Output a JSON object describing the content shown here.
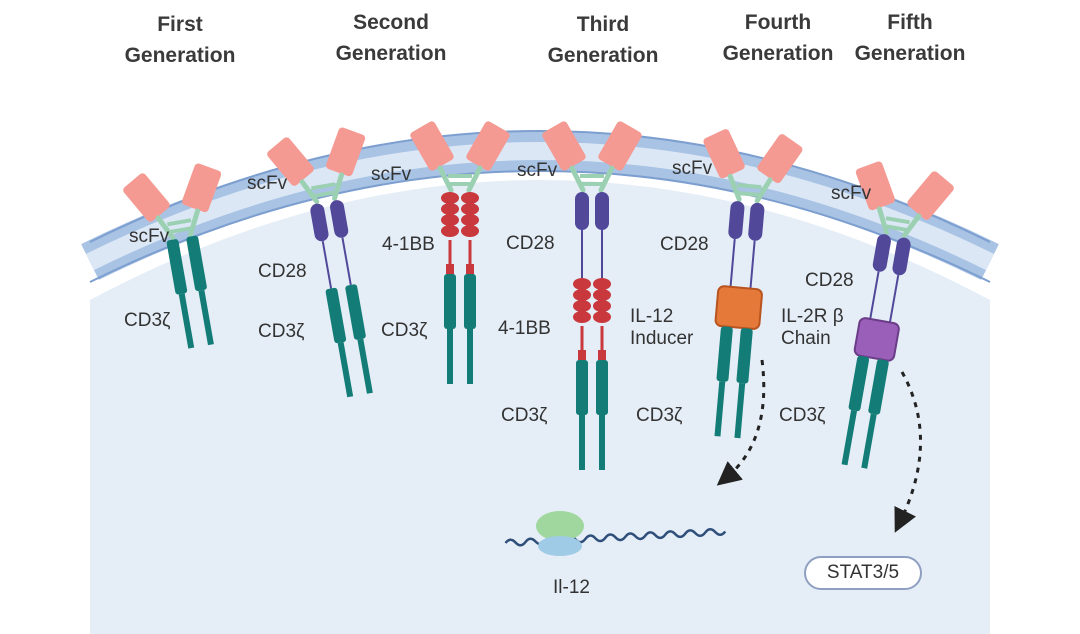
{
  "generations": [
    {
      "title": "First\nGeneration",
      "labels": {
        "scfv": "scFv",
        "signal": "CD3ζ"
      }
    },
    {
      "title": "Second\nGeneration",
      "labels": {
        "scfv": "scFv",
        "costim": "CD28",
        "signal": "CD3ζ"
      }
    },
    {
      "title": "Third\nGeneration",
      "labels": {
        "scfv": "scFv",
        "costim": "4-1BB",
        "signal": "CD3ζ"
      }
    },
    {
      "title": "Fourth\nGeneration",
      "labels": {
        "scfv": "scFv",
        "costim": "CD28",
        "costim2": "4-1BB",
        "signal": "CD3ζ"
      }
    },
    {
      "title": "Fifth\nGeneration",
      "labels": {
        "scfv": "scFv",
        "costim": "CD28",
        "inducer": "IL-12\nInducer",
        "signal": "CD3ζ"
      }
    },
    {
      "labels": {
        "scfv": "scFv",
        "costim": "CD28",
        "chain": "IL-2R β\nChain",
        "signal": "CD3ζ"
      }
    }
  ],
  "outputs": {
    "il12": "Il-12",
    "stat": "STAT3/5"
  },
  "colors": {
    "cell_interior": "#e5eef7",
    "membrane_line": "#9db9dc",
    "scfv": "#f49a92",
    "hinge": "#9cd0b3",
    "cd28": "#52489a",
    "bb41": "#c9383d",
    "cd3z": "#137c76",
    "inducer": "#e4793a",
    "il2rb": "#9a5fb8"
  }
}
